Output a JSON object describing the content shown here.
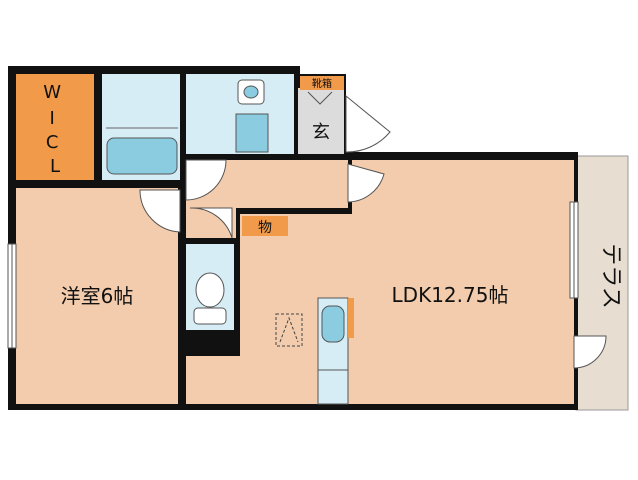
{
  "rooms": {
    "wic": "W\nI\nC\nL",
    "western_room": "洋室6帖",
    "ldk": "LDK12.75帖",
    "terrace": "テラス",
    "entrance": "玄",
    "shoe_box": "靴箱",
    "storage": "物"
  },
  "colors": {
    "wall": "#111111",
    "floor": "#f2ccac",
    "wet_area": "#d7edf6",
    "closet": "#f09a4a",
    "terrace": "#e7ddd0",
    "entrance": "#dcdcdc"
  }
}
